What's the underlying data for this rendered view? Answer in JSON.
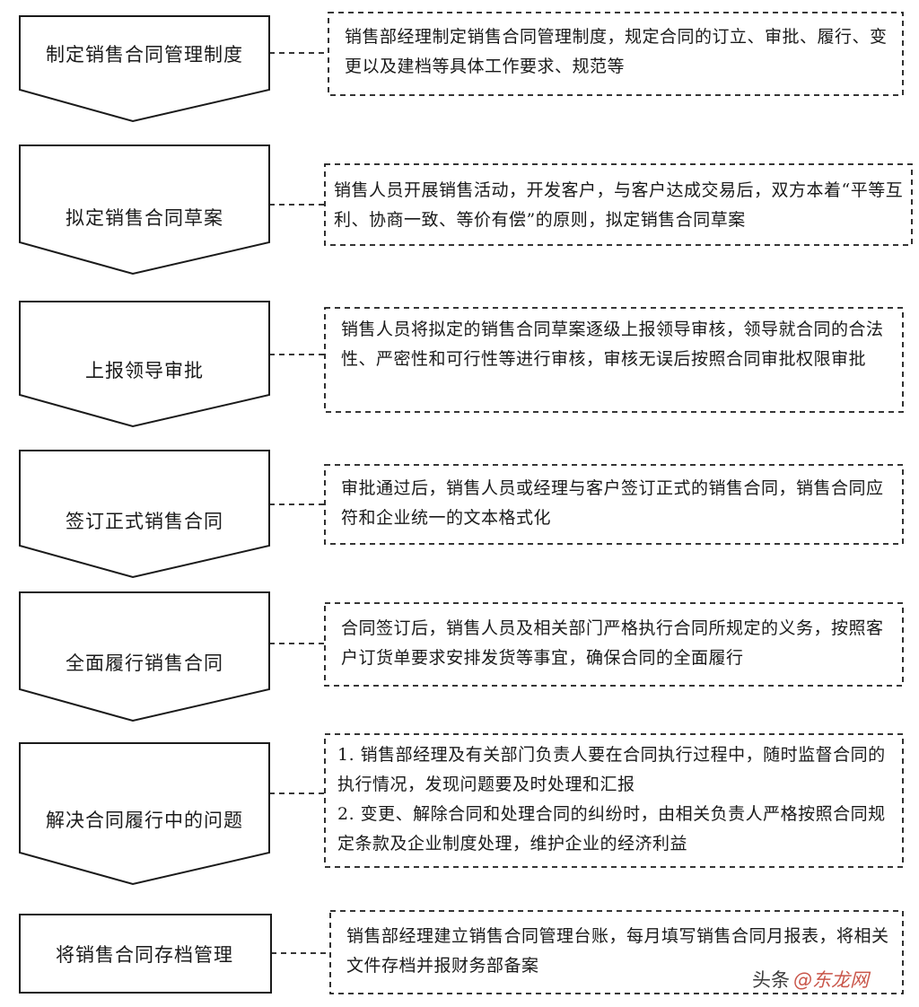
{
  "steps": [
    {
      "label": "制定销售合同管理制度",
      "desc": [
        "销售部经理制定销售合同管理制度，规定合同的订立、审批、履行、变更以及建档等具体工作要求、规范等"
      ]
    },
    {
      "label": "拟定销售合同草案",
      "desc": [
        "销售人员开展销售活动，开发客户，与客户达成交易后，双方本着“平等互利、协商一致、等价有偿”的原则，拟定销售合同草案"
      ]
    },
    {
      "label": "上报领导审批",
      "desc": [
        "销售人员将拟定的销售合同草案逐级上报领导审核，领导就合同的合法性、严密性和可行性等进行审核，审核无误后按照合同审批权限审批"
      ]
    },
    {
      "label": "签订正式销售合同",
      "desc": [
        "审批通过后，销售人员或经理与客户签订正式的销售合同，销售合同应符和企业统一的文本格式化"
      ]
    },
    {
      "label": "全面履行销售合同",
      "desc": [
        "合同签订后，销售人员及相关部门严格执行合同所规定的义务，按照客户订货单要求安排发货等事宜，确保合同的全面履行"
      ]
    },
    {
      "label": "解决合同履行中的问题",
      "desc": [
        "1. 销售部经理及有关部门负责人要在合同执行过程中，随时监督合同的执行情况，发现问题要及时处理和汇报",
        "2. 变更、解除合同和处理合同的纠纷时，由相关负责人严格按照合同规定条款及企业制度处理，维护企业的经济利益"
      ]
    },
    {
      "label": "将销售合同存档管理",
      "desc": [
        "销售部经理建立销售合同管理台账，每月填写销售合同月报表，将相关文件存档并报财务部备案"
      ]
    }
  ],
  "watermark": {
    "text": "头条",
    "alt": "@东龙网"
  }
}
